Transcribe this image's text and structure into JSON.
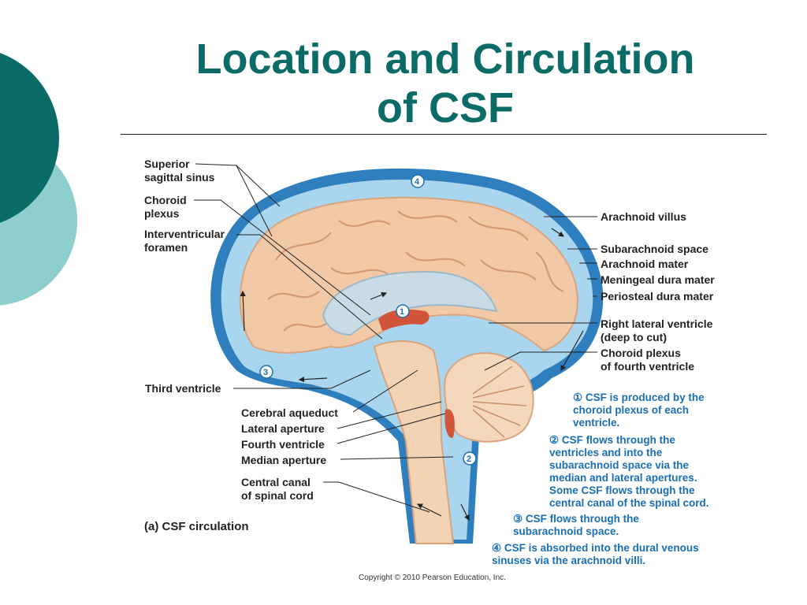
{
  "title": [
    "Location and Circulation",
    "of CSF"
  ],
  "labels_left": {
    "superior_sagittal_sinus": [
      "Superior",
      "sagittal sinus"
    ],
    "choroid_plexus": [
      "Choroid",
      "plexus"
    ],
    "interventricular_foramen": [
      "Interventricular",
      "foramen"
    ],
    "third_ventricle": "Third ventricle",
    "cerebral_aqueduct": "Cerebral aqueduct",
    "lateral_aperture": "Lateral aperture",
    "fourth_ventricle": "Fourth ventricle",
    "median_aperture": "Median aperture",
    "central_canal": [
      "Central canal",
      "of spinal cord"
    ]
  },
  "labels_right": {
    "arachnoid_villus": "Arachnoid villus",
    "subarachnoid_space": "Subarachnoid space",
    "arachnoid_mater": "Arachnoid mater",
    "meningeal_dura_mater": "Meningeal dura mater",
    "periosteal_dura_mater": "Periosteal dura mater",
    "right_lateral_ventricle": [
      "Right lateral ventricle",
      "(deep to cut)"
    ],
    "choroid_plexus_fourth": [
      "Choroid plexus",
      "of fourth ventricle"
    ]
  },
  "steps": [
    {
      "num": "1",
      "lines": [
        "CSF is produced by the",
        "choroid plexus of each",
        "ventricle."
      ]
    },
    {
      "num": "2",
      "lines": [
        "CSF flows through the",
        "ventricles and into the",
        "subarachnoid space via the",
        "median and lateral apertures.",
        "Some CSF flows through the",
        "central canal of the spinal cord."
      ]
    },
    {
      "num": "3",
      "lines": [
        "CSF flows through the",
        "subarachnoid space."
      ]
    },
    {
      "num": "4",
      "lines": [
        "CSF is absorbed into the dural venous",
        "sinuses via the arachnoid villi."
      ]
    }
  ],
  "caption": "(a)  CSF circulation",
  "copyright": "Copyright © 2010 Pearson Education, Inc.",
  "colors": {
    "title": "#0b6b66",
    "deco_dark": "#0b6b66",
    "deco_light": "#8ecfcd",
    "step_text": "#1a6fb5",
    "csf_blue": "#8fc6e8",
    "brain_tan": "#f2c9a6"
  }
}
